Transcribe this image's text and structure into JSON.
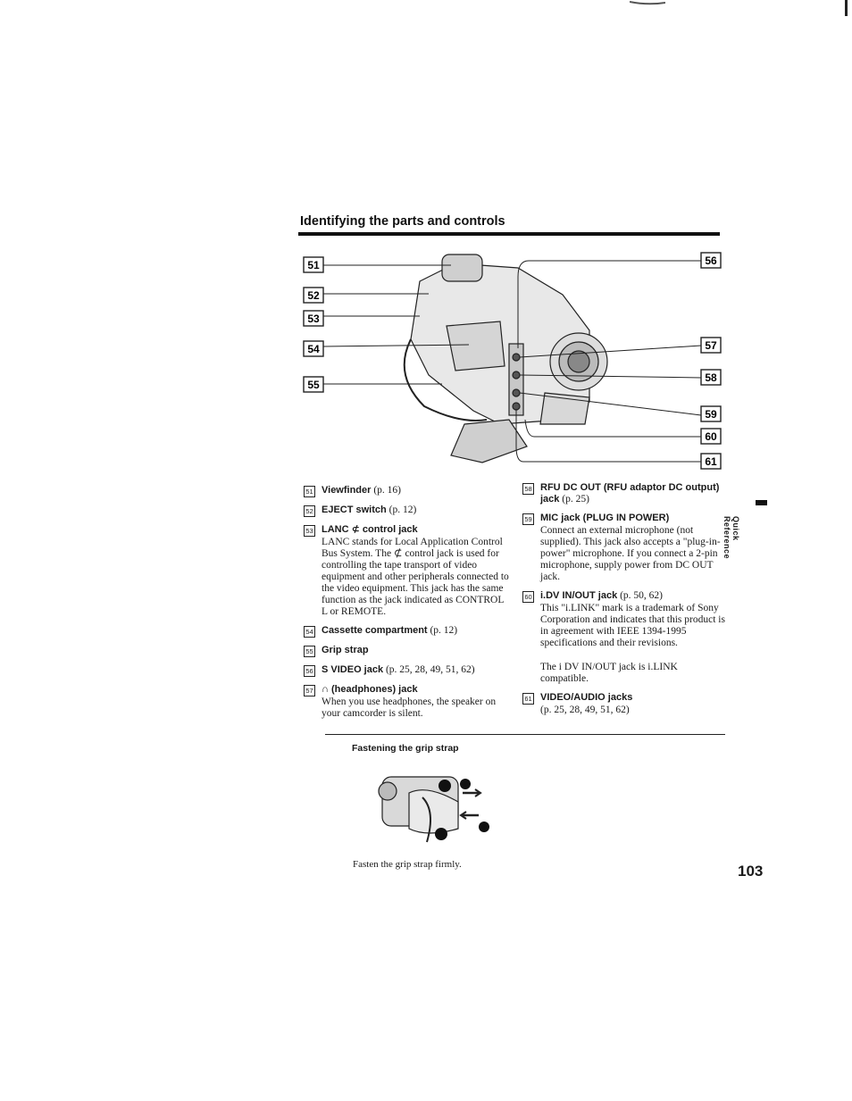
{
  "header": {
    "title": "Identifying the parts and controls"
  },
  "diagram": {
    "callouts_left": [
      "51",
      "52",
      "53",
      "54",
      "55"
    ],
    "callouts_right": [
      "56",
      "57",
      "58",
      "59",
      "60",
      "61"
    ]
  },
  "left_column": [
    {
      "num": "51",
      "label": "Viewfinder",
      "ref": "(p. 16)",
      "desc": ""
    },
    {
      "num": "52",
      "label": "EJECT switch",
      "ref": "(p. 12)",
      "desc": ""
    },
    {
      "num": "53",
      "label": "LANC ⊄ control jack",
      "ref": "",
      "desc": "LANC stands for Local Application Control Bus System. The ⊄ control jack is used for controlling the tape transport of video equipment and other peripherals connected to the video equipment. This jack has the same function as the jack indicated as CONTROL L or REMOTE."
    },
    {
      "num": "54",
      "label": "Cassette compartment",
      "ref": "(p. 12)",
      "desc": ""
    },
    {
      "num": "55",
      "label": "Grip strap",
      "ref": "",
      "desc": ""
    },
    {
      "num": "56",
      "label": "S VIDEO jack",
      "ref": "(p. 25, 28, 49, 51, 62)",
      "desc": ""
    },
    {
      "num": "57",
      "label": "∩ (headphones) jack",
      "ref": "",
      "desc": "When you use headphones, the speaker on your camcorder is silent."
    }
  ],
  "right_column": [
    {
      "num": "58",
      "label": "RFU DC OUT (RFU adaptor DC output) jack",
      "ref": "(p. 25)",
      "desc": ""
    },
    {
      "num": "59",
      "label": "MIC jack (PLUG IN POWER)",
      "ref": "",
      "desc": "Connect an external microphone (not supplied). This jack also accepts a \"plug-in-power\" microphone. If you connect a 2-pin microphone, supply power from DC OUT jack."
    },
    {
      "num": "60",
      "label": "i.DV IN/OUT jack",
      "ref": "(p. 50, 62)",
      "desc": "This \"i.LINK\" mark is a trademark of Sony Corporation and indicates that this product is in agreement with IEEE 1394-1995 specifications and their revisions.",
      "note": "The i DV IN/OUT jack is i.LINK compatible."
    },
    {
      "num": "61",
      "label": "VIDEO/AUDIO jacks",
      "ref": "",
      "desc": "(p. 25, 28, 49, 51, 62)"
    }
  ],
  "grip_section": {
    "title": "Fastening the grip strap",
    "caption": "Fasten the grip strap firmly."
  },
  "page_number": "103",
  "side_label": "Quick Reference"
}
